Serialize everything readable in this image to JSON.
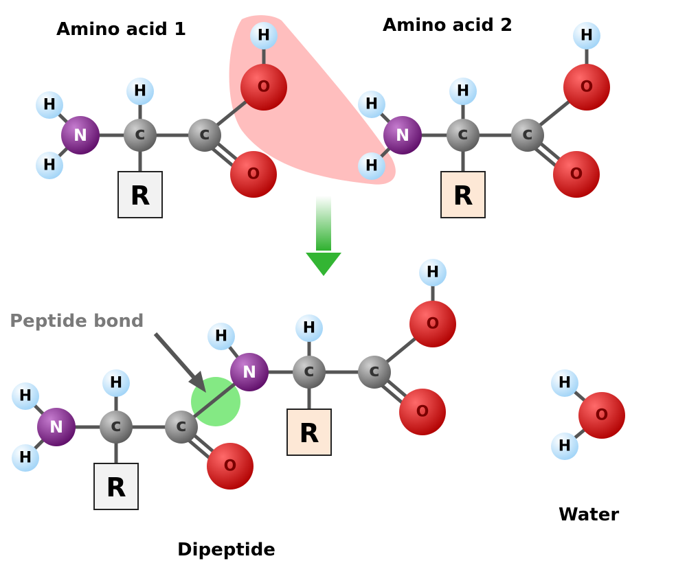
{
  "labels": {
    "amino_acid_1": "Amino acid 1",
    "amino_acid_2": "Amino acid 2",
    "peptide_bond": "Peptide bond",
    "dipeptide": "Dipeptide",
    "water": "Water"
  },
  "atoms": {
    "H": "H",
    "N": "N",
    "C": "c",
    "O": "O",
    "R": "R"
  },
  "colors": {
    "hydrogen": "#bfe3fb",
    "nitrogen": "#7b1686",
    "carbon": "#7d7d7d",
    "oxygen": "#d40000",
    "r_group_1": "#f2f2f2",
    "r_group_2": "#fde8d6",
    "removed_highlight": "#ffb3b3",
    "peptide_highlight": "#6fe56f",
    "arrow": "#33b533"
  }
}
